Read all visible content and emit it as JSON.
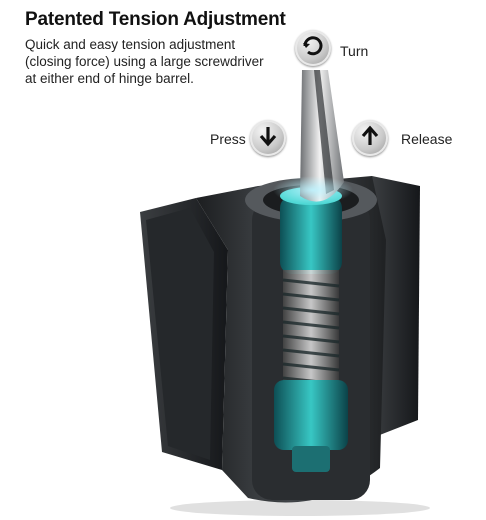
{
  "header": {
    "title": "Patented Tension Adjustment",
    "description_lines": [
      "Quick and easy tension adjustment",
      "(closing force) using a large screwdriver",
      "at either end of hinge barrel."
    ]
  },
  "controls": {
    "turn": {
      "label": "Turn",
      "icon": "rotate-icon"
    },
    "press": {
      "label": "Press",
      "icon": "arrow-down-icon"
    },
    "release": {
      "label": "Release",
      "icon": "arrow-up-icon"
    }
  },
  "colors": {
    "hinge_body": "#3a3d40",
    "spring_teal": "#2fb3b3",
    "button_gray": "#c9c9c9"
  }
}
